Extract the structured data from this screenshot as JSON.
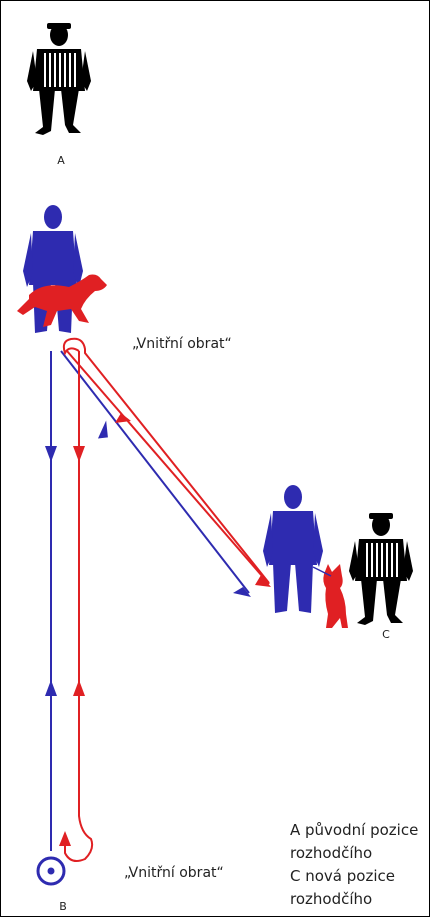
{
  "labels": {
    "position_a": "A",
    "position_b": "B",
    "position_c": "C",
    "turn_top": "„Vnitřní obrat“",
    "turn_bottom": "„Vnitřní obrat“"
  },
  "legend": {
    "line1": "A původní pozice",
    "line2": "rozhodčího",
    "line3": "C nová pozice",
    "line4": "rozhodčího"
  },
  "colors": {
    "handler": "#2e2bb0",
    "dog": "#e02023",
    "judge": "#000000",
    "background": "#ffffff"
  },
  "icons": [
    "judge-figure",
    "handler-figure",
    "dog-figure",
    "arrow-head",
    "start-circle"
  ]
}
